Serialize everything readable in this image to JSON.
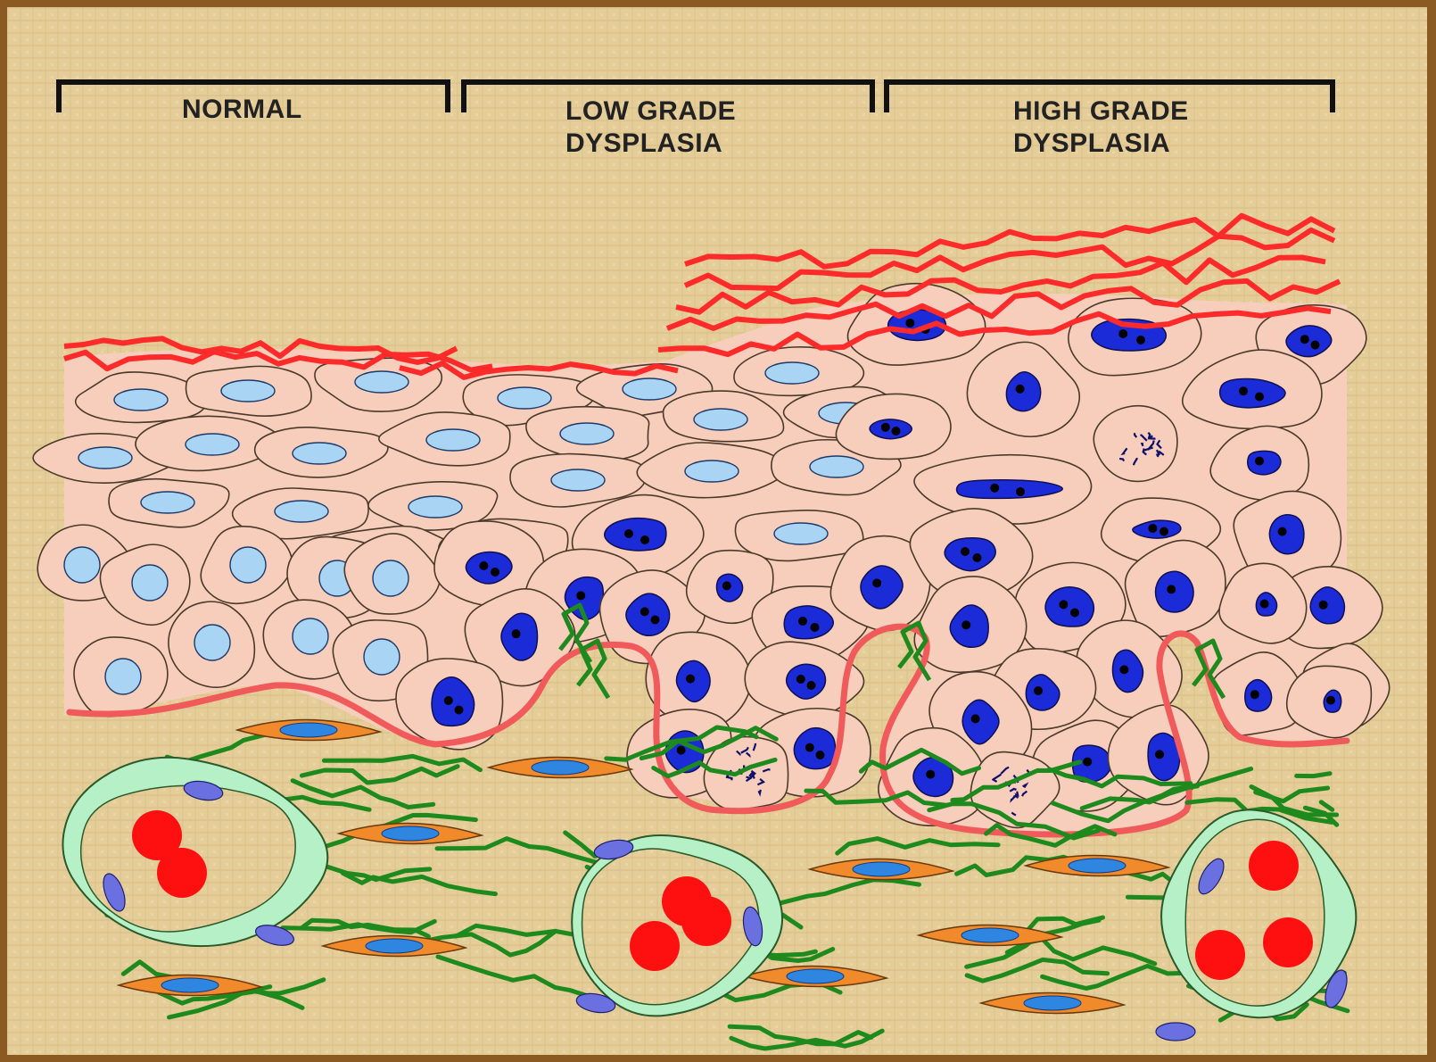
{
  "headers": [
    {
      "lines": [
        "NORMAL"
      ]
    },
    {
      "lines": [
        "LOW GRADE",
        "DYSPLASIA"
      ]
    },
    {
      "lines": [
        "HIGH GRADE",
        "DYSPLASIA"
      ]
    }
  ],
  "colors": {
    "background": "#e6cf9a",
    "keratin": "#ff2a2a",
    "cell_body": "#f7cdbb",
    "normal_nucleus": "#a9d4f3",
    "dysplastic_nucleus": "#1b2bd8",
    "basement_membrane": "#f05a5a",
    "collagen": "#1e8a1e",
    "fibroblast": "#f08a2a",
    "fibroblast_nucleus": "#2f86e0",
    "vessel_wall": "#b6f0c6",
    "endothelial_nucleus": "#6a70e0",
    "red_blood_cell": "#ff1010",
    "mitotic_figure": "#10106a"
  }
}
